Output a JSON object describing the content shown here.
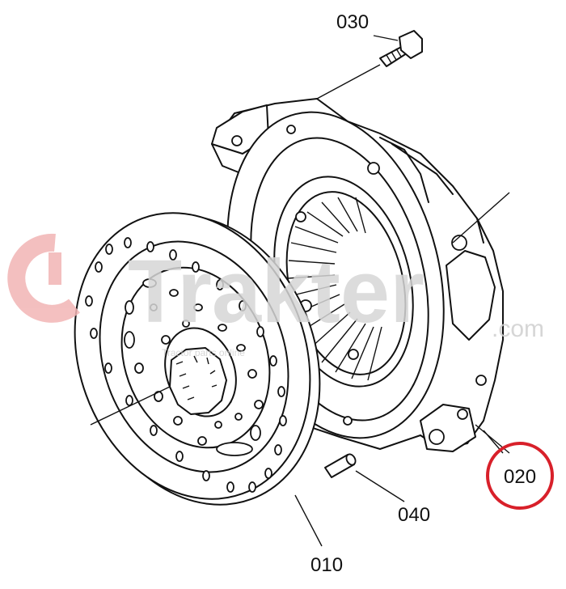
{
  "diagram": {
    "parts": [
      {
        "id": "010",
        "label": "010"
      },
      {
        "id": "020",
        "label": "020",
        "highlighted": true
      },
      {
        "id": "030",
        "label": "030"
      },
      {
        "id": "040",
        "label": "040"
      }
    ],
    "highlight_color": "#d8202a"
  },
  "watermark": {
    "brand": "Trakter",
    "domain": ".com",
    "tagline": "Tractor parts online",
    "logo_color": "#f2b5b5"
  }
}
